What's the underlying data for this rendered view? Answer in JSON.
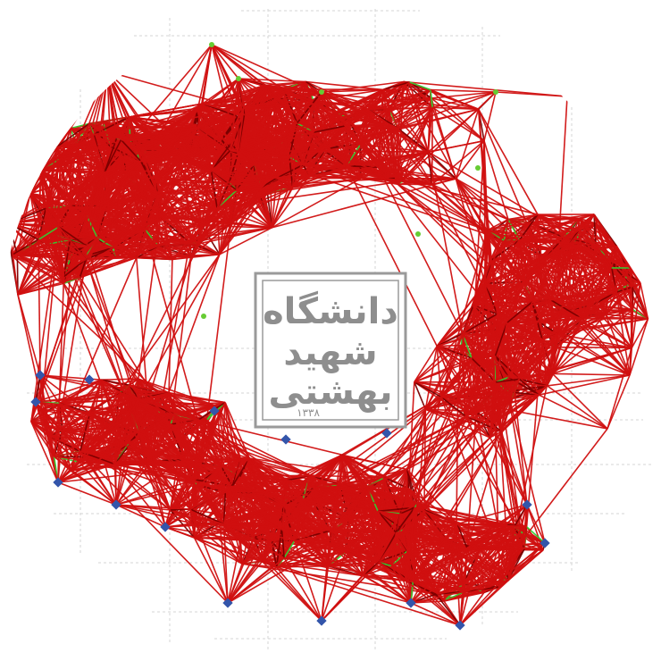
{
  "image": {
    "description_kind": "network-mesh-illustration",
    "colors": {
      "background": "#ffffff",
      "edge": "#d01010",
      "edge_dark": "#7a0000",
      "inner_edge": "#33cc33",
      "node_blue": "#3355aa",
      "node_green": "#66cc33",
      "grid": "#d6d6d6",
      "logo": "#8e8e8e"
    }
  },
  "logo": {
    "line1": "دانشگاه",
    "line2": "شهید",
    "line3": "بهشتی",
    "year": "۱۳۳۸"
  }
}
